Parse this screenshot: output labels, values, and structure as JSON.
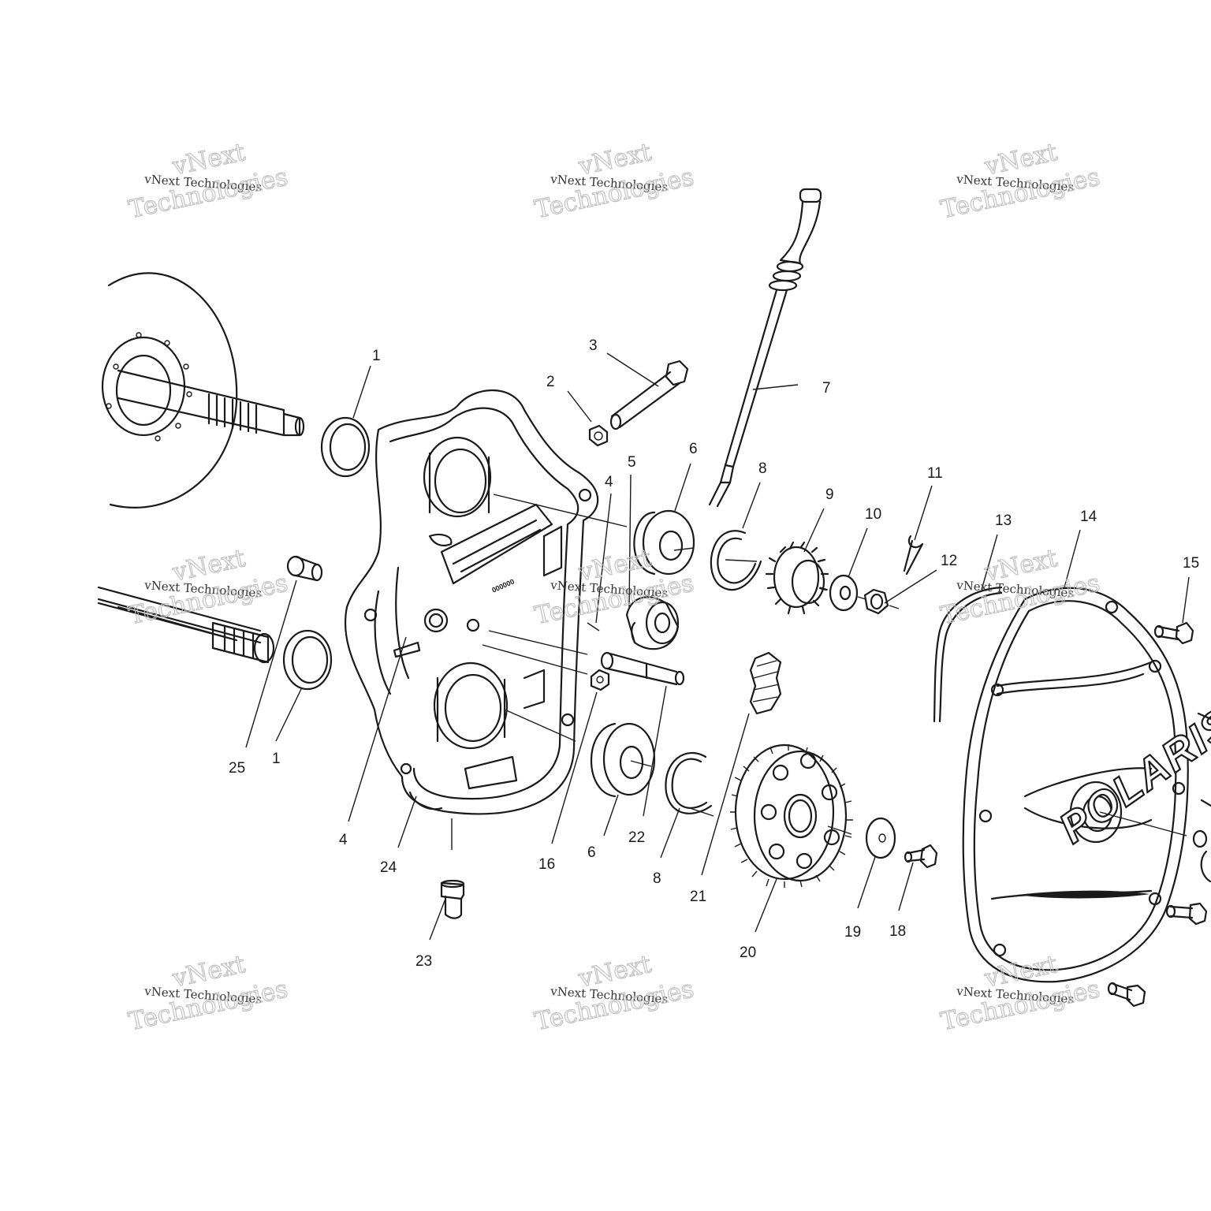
{
  "watermark": {
    "line1": "vNext",
    "line2": "vNext Technologies",
    "line3": "Technologies"
  },
  "brand_logo": "POLARIS",
  "callouts": [
    {
      "id": "c1a",
      "label": "1"
    },
    {
      "id": "c1b",
      "label": "1"
    },
    {
      "id": "c2",
      "label": "2"
    },
    {
      "id": "c3",
      "label": "3"
    },
    {
      "id": "c4a",
      "label": "4"
    },
    {
      "id": "c4b",
      "label": "4"
    },
    {
      "id": "c5",
      "label": "5"
    },
    {
      "id": "c6a",
      "label": "6"
    },
    {
      "id": "c6b",
      "label": "6"
    },
    {
      "id": "c7",
      "label": "7"
    },
    {
      "id": "c8a",
      "label": "8"
    },
    {
      "id": "c8b",
      "label": "8"
    },
    {
      "id": "c9",
      "label": "9"
    },
    {
      "id": "c10",
      "label": "10"
    },
    {
      "id": "c11",
      "label": "11"
    },
    {
      "id": "c12",
      "label": "12"
    },
    {
      "id": "c13",
      "label": "13"
    },
    {
      "id": "c14",
      "label": "14"
    },
    {
      "id": "c15",
      "label": "15"
    },
    {
      "id": "c16",
      "label": "16"
    },
    {
      "id": "c18",
      "label": "18"
    },
    {
      "id": "c19",
      "label": "19"
    },
    {
      "id": "c20",
      "label": "20"
    },
    {
      "id": "c21",
      "label": "21"
    },
    {
      "id": "c22",
      "label": "22"
    },
    {
      "id": "c23",
      "label": "23"
    },
    {
      "id": "c24",
      "label": "24"
    },
    {
      "id": "c25",
      "label": "25"
    }
  ]
}
